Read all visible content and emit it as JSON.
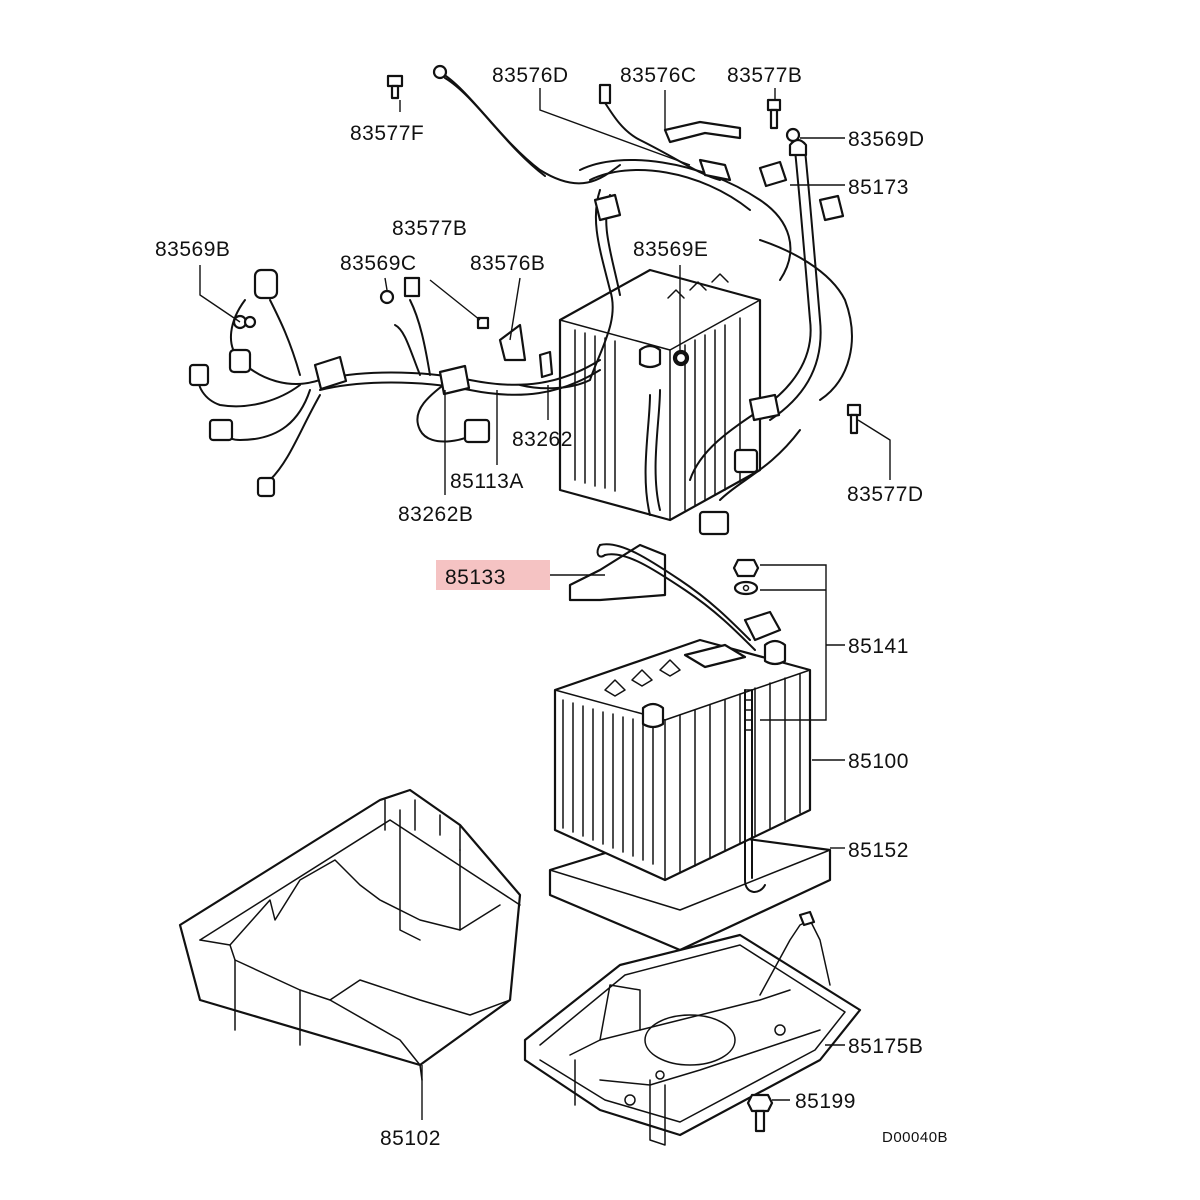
{
  "labels": {
    "l83576D": "83576D",
    "l83576C": "83576C",
    "l83577B_top": "83577B",
    "l83577F": "83577F",
    "l83569D": "83569D",
    "l85173": "85173",
    "l83569B": "83569B",
    "l83577B_mid": "83577B",
    "l83569C": "83569C",
    "l83576B": "83576B",
    "l83569E": "83569E",
    "l83262": "83262",
    "l85113A": "85113A",
    "l83262B": "83262B",
    "l83577D": "83577D",
    "l85133": "85133",
    "l85141": "85141",
    "l85100": "85100",
    "l85152": "85152",
    "l85175B": "85175B",
    "l85199": "85199",
    "l85102": "85102"
  },
  "drawing_code": "D00040B",
  "highlight_color": "#f5c3c3",
  "highlighted_part": "85133"
}
